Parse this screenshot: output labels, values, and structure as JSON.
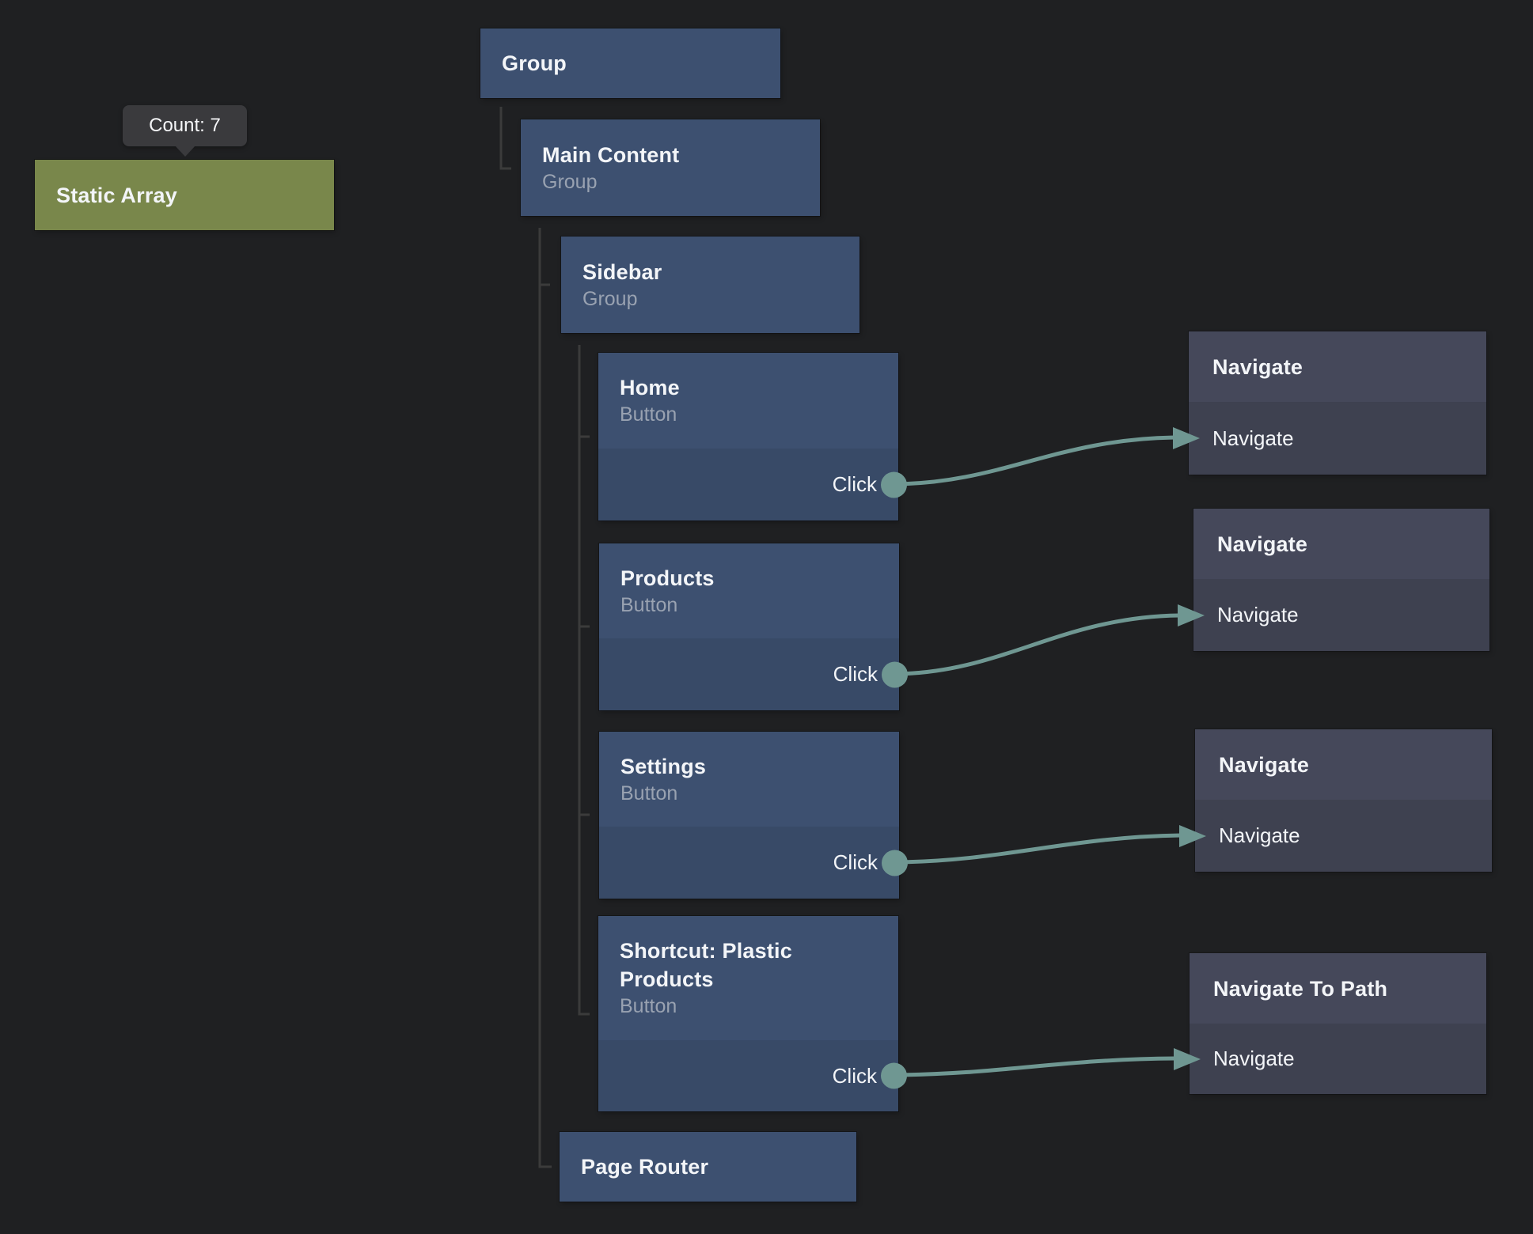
{
  "app": {
    "type": "visual-scripting-node-graph",
    "colors": {
      "background": "#1f2022",
      "node_blue": "#3d5070",
      "node_blue_port_row": "#384a67",
      "node_green": "#79874b",
      "node_gray_header": "#45485a",
      "node_gray_body": "#3e4150",
      "wire_teal": "#6f9792",
      "tree_line": "#3b3b3b",
      "title_text": "#f3f5f8",
      "subtitle_text": "#99a2b1",
      "tooltip_bg": "#3a3a3d"
    }
  },
  "tooltip": {
    "text": "Count: 7"
  },
  "nodes": {
    "static_array": {
      "title": "Static Array"
    },
    "group": {
      "title": "Group"
    },
    "main_content": {
      "title": "Main Content",
      "subtitle": "Group"
    },
    "sidebar": {
      "title": "Sidebar",
      "subtitle": "Group"
    },
    "home": {
      "title": "Home",
      "subtitle": "Button",
      "output_port": "Click"
    },
    "products": {
      "title": "Products",
      "subtitle": "Button",
      "output_port": "Click"
    },
    "settings": {
      "title": "Settings",
      "subtitle": "Button",
      "output_port": "Click"
    },
    "shortcut": {
      "title": "Shortcut: Plastic Products",
      "subtitle": "Button",
      "output_port": "Click"
    },
    "page_router": {
      "title": "Page Router"
    },
    "navigate_1": {
      "title": "Navigate",
      "input_port": "Navigate"
    },
    "navigate_2": {
      "title": "Navigate",
      "input_port": "Navigate"
    },
    "navigate_3": {
      "title": "Navigate",
      "input_port": "Navigate"
    },
    "navigate_to_path": {
      "title": "Navigate To Path",
      "input_port": "Navigate"
    }
  }
}
